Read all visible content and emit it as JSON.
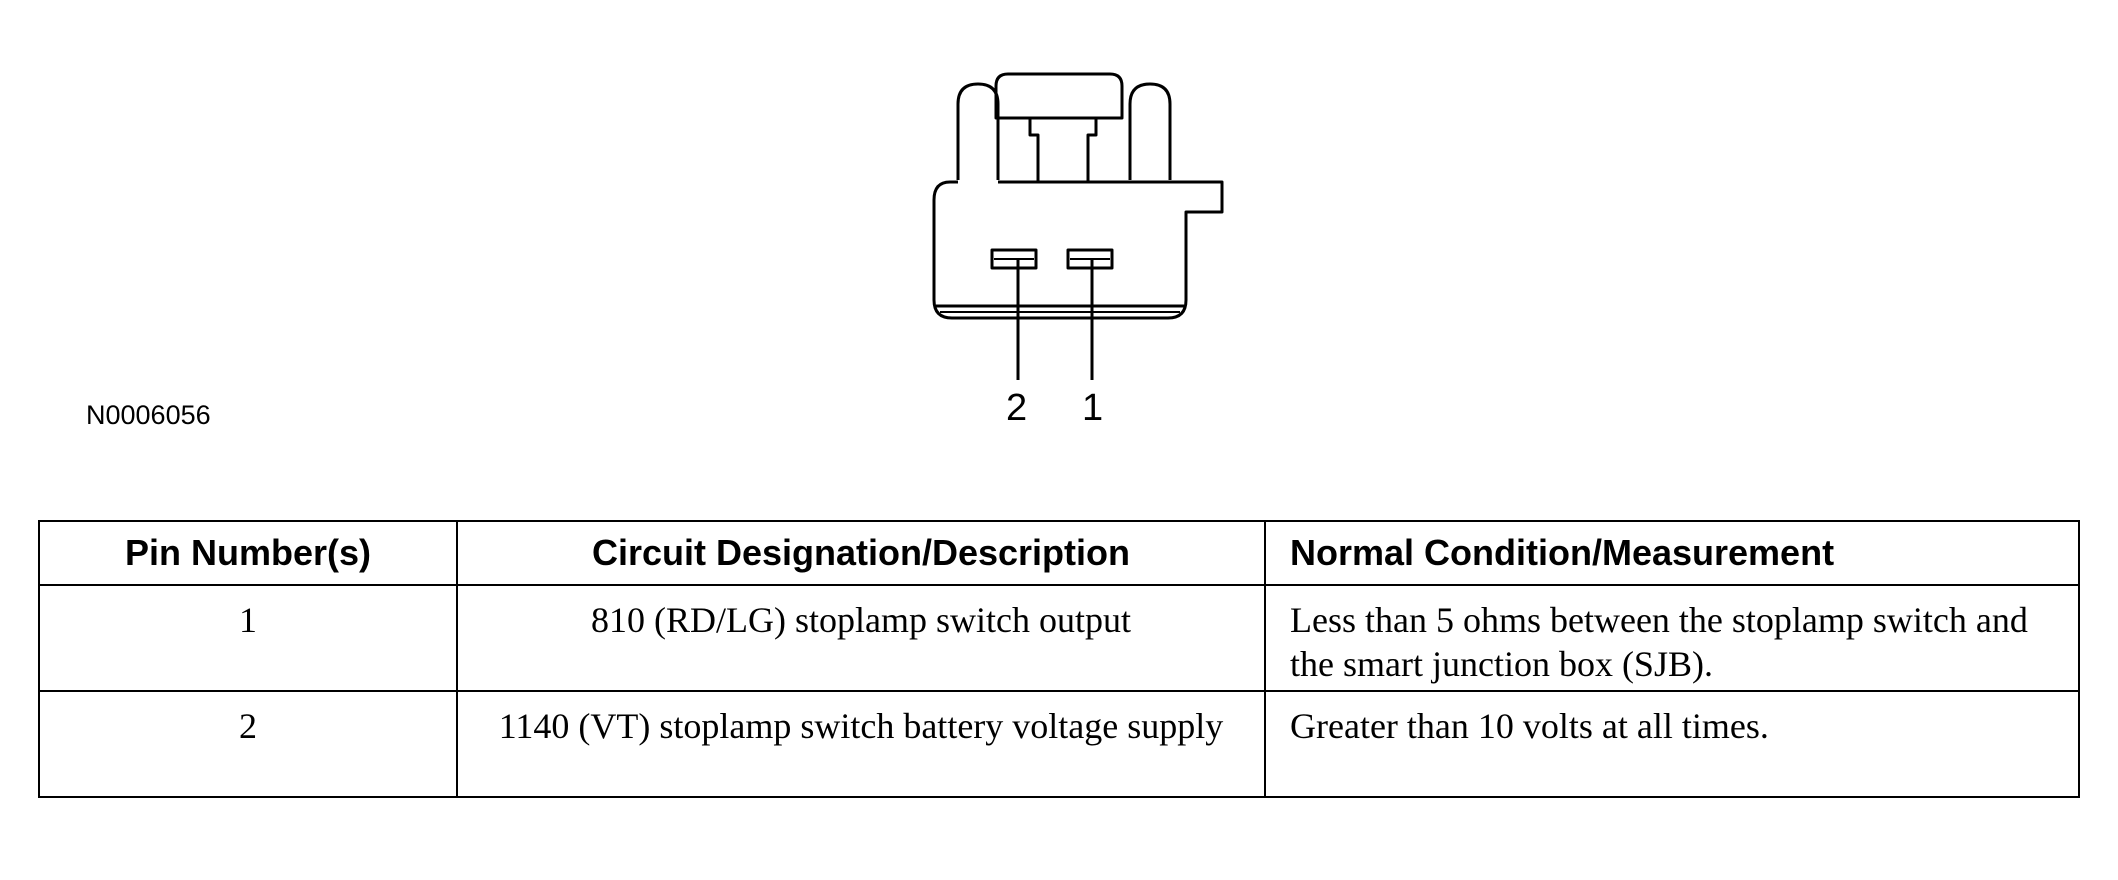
{
  "figure": {
    "reference_code": "N0006056",
    "pin_labels": [
      "2",
      "1"
    ]
  },
  "table": {
    "headers": [
      "Pin Number(s)",
      "Circuit Designation/Description",
      "Normal Condition/Measurement"
    ],
    "rows": [
      {
        "pin": "1",
        "circuit": "810 (RD/LG) stoplamp switch output",
        "measurement": "Less than 5 ohms between the stoplamp switch and the smart junction box (SJB)."
      },
      {
        "pin": "2",
        "circuit": "1140 (VT) stoplamp switch battery voltage supply",
        "measurement": "Greater than 10 volts at all times."
      }
    ]
  }
}
